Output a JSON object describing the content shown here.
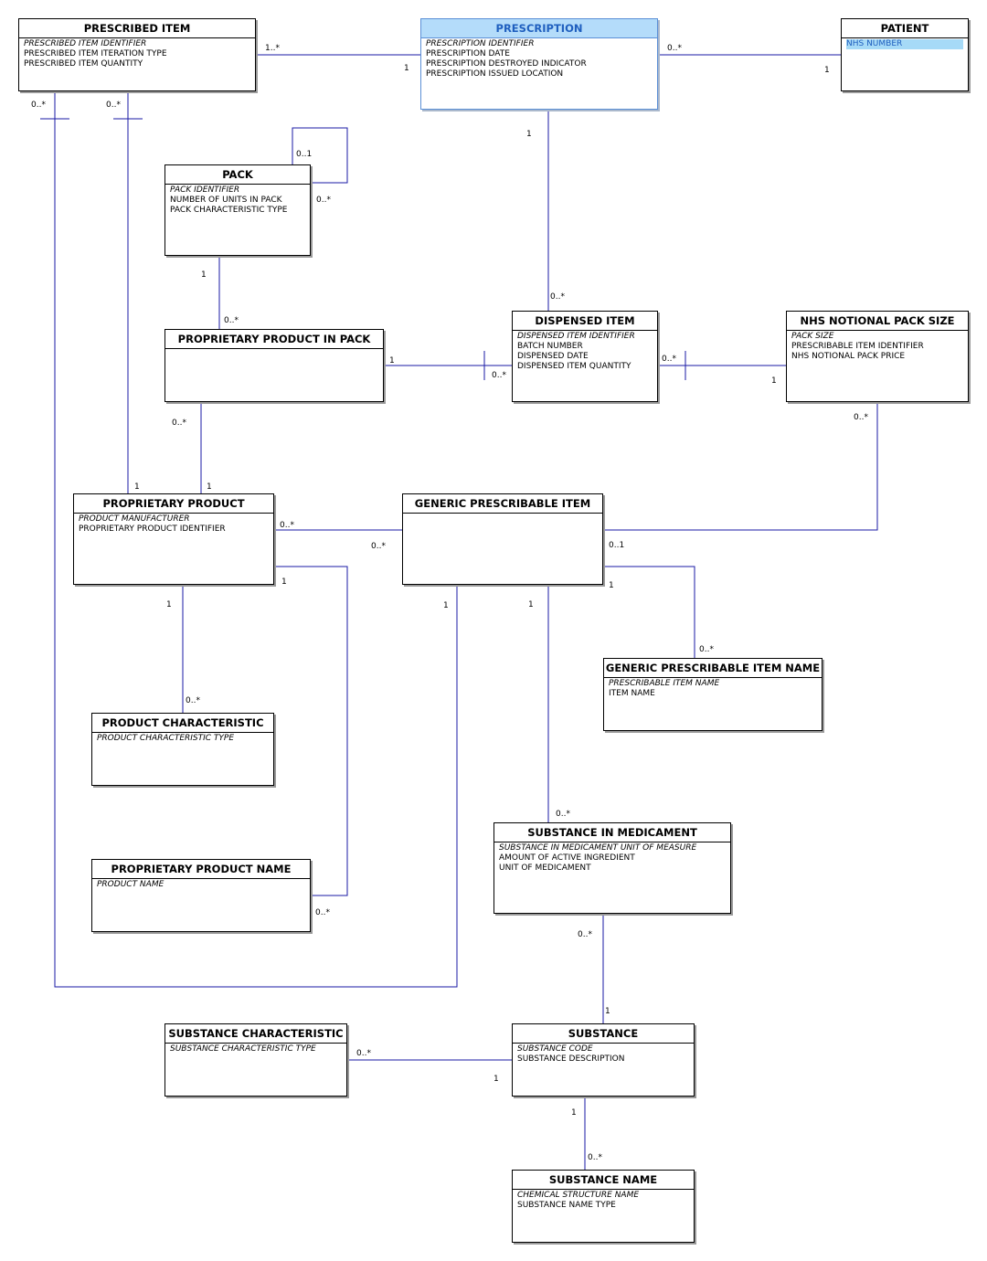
{
  "entities": {
    "prescribed_item": {
      "name": "PRESCRIBED ITEM",
      "attrs": [
        "PRESCRIBED ITEM IDENTIFIER",
        "PRESCRIBED ITEM ITERATION TYPE",
        "PRESCRIBED ITEM QUANTITY"
      ]
    },
    "prescription": {
      "name": "PRESCRIPTION",
      "attrs": [
        "PRESCRIPTION IDENTIFIER",
        "PRESCRIPTION DATE",
        "PRESCRIPTION DESTROYED INDICATOR",
        "PRESCRIPTION ISSUED LOCATION"
      ]
    },
    "patient": {
      "name": "PATIENT",
      "attrs": [
        "NHS NUMBER"
      ]
    },
    "pack": {
      "name": "PACK",
      "attrs": [
        "PACK IDENTIFIER",
        "NUMBER OF UNITS IN PACK",
        "PACK CHARACTERISTIC TYPE"
      ]
    },
    "proprietary_product_in_pack": {
      "name": "PROPRIETARY PRODUCT IN PACK",
      "attrs": []
    },
    "dispensed_item": {
      "name": "DISPENSED ITEM",
      "attrs": [
        "DISPENSED ITEM IDENTIFIER",
        "BATCH NUMBER",
        "DISPENSED DATE",
        "DISPENSED ITEM QUANTITY"
      ]
    },
    "nhs_notional_pack_size": {
      "name": "NHS NOTIONAL PACK SIZE",
      "attrs": [
        "PACK SIZE",
        "PRESCRIBABLE ITEM IDENTIFIER",
        "NHS NOTIONAL PACK PRICE"
      ]
    },
    "proprietary_product": {
      "name": "PROPRIETARY PRODUCT",
      "attrs": [
        "PRODUCT MANUFACTURER",
        "PROPRIETARY PRODUCT IDENTIFIER"
      ]
    },
    "generic_prescribable_item": {
      "name": "GENERIC PRESCRIBABLE ITEM",
      "attrs": []
    },
    "generic_prescribable_item_name": {
      "name": "GENERIC PRESCRIBABLE ITEM NAME",
      "attrs": [
        "PRESCRIBABLE ITEM NAME",
        "ITEM NAME"
      ]
    },
    "product_characteristic": {
      "name": "PRODUCT CHARACTERISTIC",
      "attrs": [
        "PRODUCT CHARACTERISTIC TYPE"
      ]
    },
    "proprietary_product_name": {
      "name": "PROPRIETARY PRODUCT NAME",
      "attrs": [
        "PRODUCT NAME"
      ]
    },
    "substance_in_medicament": {
      "name": "SUBSTANCE IN MEDICAMENT",
      "attrs": [
        "SUBSTANCE IN MEDICAMENT UNIT OF MEASURE",
        "AMOUNT OF ACTIVE INGREDIENT",
        "UNIT OF MEDICAMENT"
      ]
    },
    "substance_characteristic": {
      "name": "SUBSTANCE CHARACTERISTIC",
      "attrs": [
        "SUBSTANCE CHARACTERISTIC TYPE"
      ]
    },
    "substance": {
      "name": "SUBSTANCE",
      "attrs": [
        "SUBSTANCE CODE",
        "SUBSTANCE DESCRIPTION"
      ]
    },
    "substance_name": {
      "name": "SUBSTANCE NAME",
      "attrs": [
        "CHEMICAL STRUCTURE NAME",
        "SUBSTANCE NAME TYPE"
      ]
    }
  },
  "selected_entity": "prescription",
  "highlighted_attribute": "NHS NUMBER",
  "colors": {
    "line": "#1a1aa6",
    "selected_header": "#b4dcfa",
    "selected_text": "#1f5fbf"
  },
  "relationships": [
    {
      "from": "prescribed_item",
      "to": "prescription",
      "from_card": "1..*",
      "to_card": "1"
    },
    {
      "from": "prescription",
      "to": "patient",
      "from_card": "0..*",
      "to_card": "1"
    },
    {
      "from": "prescription",
      "to": "dispensed_item",
      "from_card": "1",
      "to_card": "0..*"
    },
    {
      "from": "pack",
      "to": "pack",
      "from_card": "0..1",
      "to_card": "0..*"
    },
    {
      "from": "pack",
      "to": "proprietary_product_in_pack",
      "from_card": "1",
      "to_card": "0..*"
    },
    {
      "from": "proprietary_product_in_pack",
      "to": "dispensed_item",
      "from_card": "1",
      "to_card": "0..*"
    },
    {
      "from": "dispensed_item",
      "to": "nhs_notional_pack_size",
      "from_card": "0..*",
      "to_card": "1"
    },
    {
      "from": "prescribed_item",
      "to": "proprietary_product",
      "from_card": "0..*",
      "to_card": "1"
    },
    {
      "from": "prescribed_item",
      "to": "generic_prescribable_item",
      "from_card": "0..*",
      "to_card": "1"
    },
    {
      "from": "proprietary_product_in_pack",
      "to": "proprietary_product",
      "from_card": "0..*",
      "to_card": "1"
    },
    {
      "from": "proprietary_product",
      "to": "generic_prescribable_item",
      "from_card": "0..*",
      "to_card": "0..*"
    },
    {
      "from": "generic_prescribable_item",
      "to": "nhs_notional_pack_size",
      "from_card": "0..1",
      "to_card": "0..*"
    },
    {
      "from": "generic_prescribable_item",
      "to": "generic_prescribable_item_name",
      "from_card": "1",
      "to_card": "0..*"
    },
    {
      "from": "proprietary_product",
      "to": "product_characteristic",
      "from_card": "1",
      "to_card": "0..*"
    },
    {
      "from": "proprietary_product",
      "to": "proprietary_product_name",
      "from_card": "1",
      "to_card": "0..*"
    },
    {
      "from": "generic_prescribable_item",
      "to": "substance_in_medicament",
      "from_card": "1",
      "to_card": "0..*"
    },
    {
      "from": "substance_in_medicament",
      "to": "substance",
      "from_card": "0..*",
      "to_card": "1"
    },
    {
      "from": "substance",
      "to": "substance_characteristic",
      "from_card": "1",
      "to_card": "0..*"
    },
    {
      "from": "substance",
      "to": "substance_name",
      "from_card": "1",
      "to_card": "0..*"
    }
  ]
}
